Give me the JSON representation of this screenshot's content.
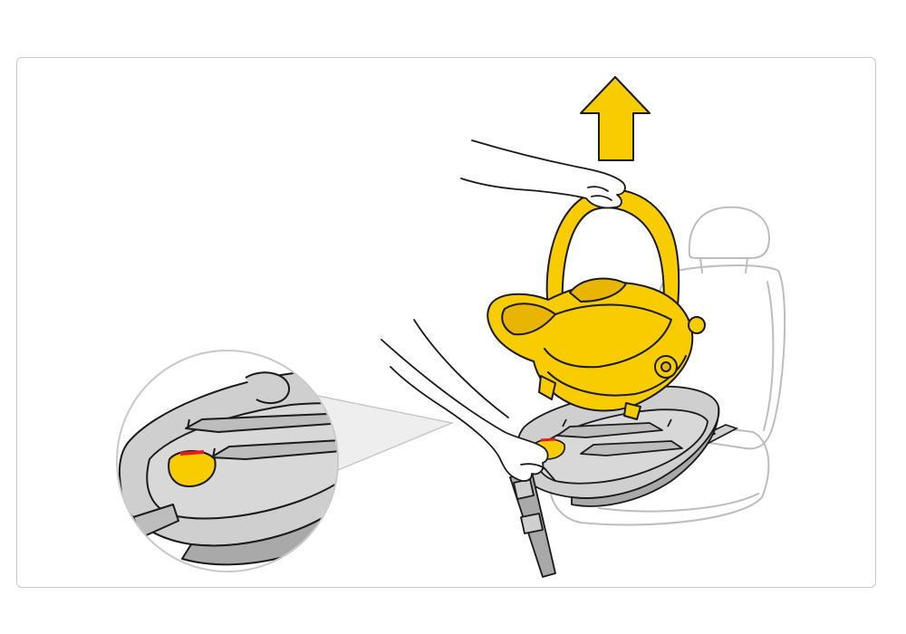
{
  "colors": {
    "accent_yellow": "#f9cc00",
    "yellow_shade": "#e8b600",
    "base_gray": "#cfcfcf",
    "base_dark": "#a9a9a9",
    "outline": "#1a1a1a",
    "vehicle_seat": "#bdbdbd",
    "release_red": "#e31b23",
    "frame_border": "#c9c9c9"
  },
  "icons": {
    "lift_arrow": "up-arrow-icon",
    "release_lever": "release-lever-icon"
  },
  "illustration": {
    "steps": [
      {
        "action": "press-release-lever",
        "actor": "lower-hand"
      },
      {
        "action": "lift-carrier",
        "actor": "upper-hand"
      }
    ]
  }
}
